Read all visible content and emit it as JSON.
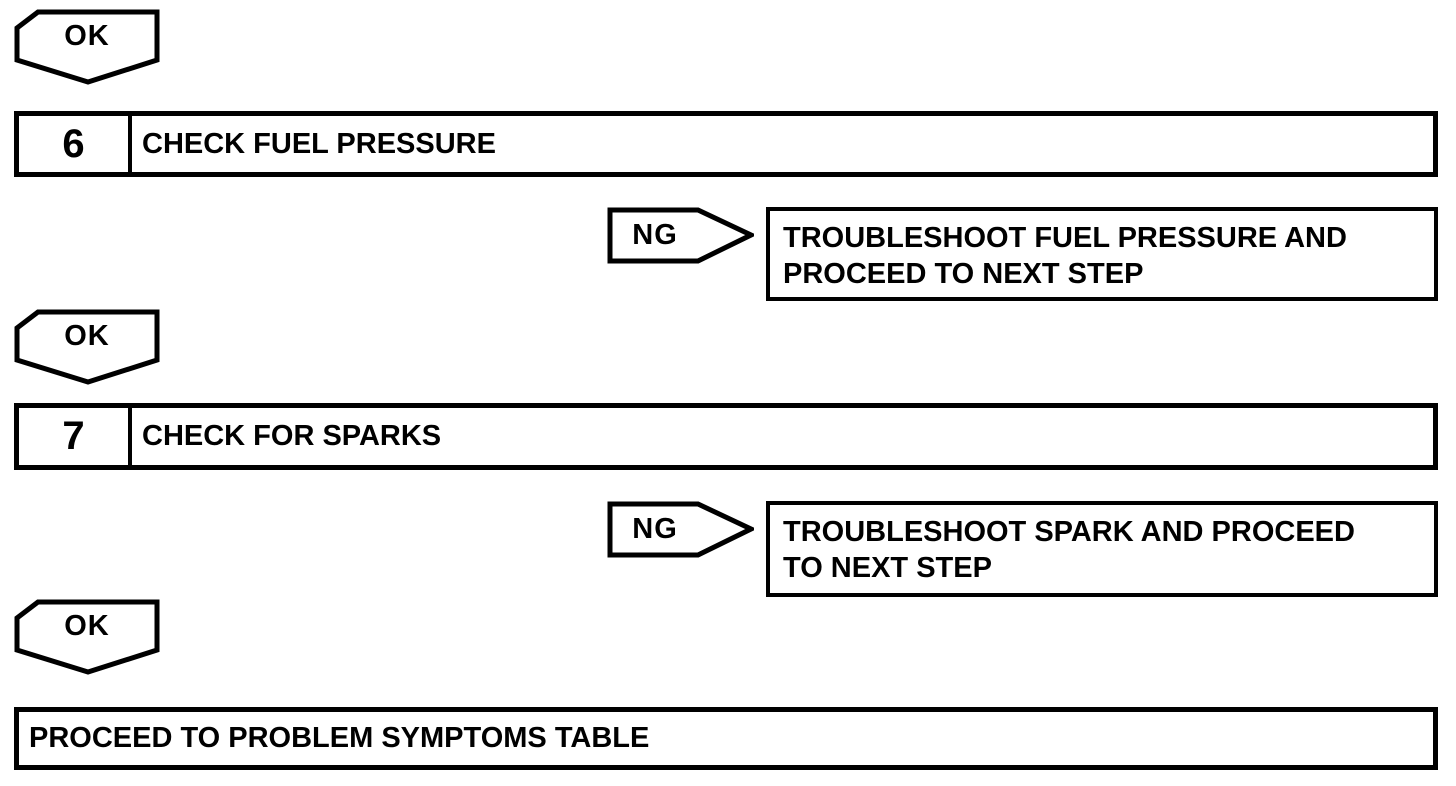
{
  "diagram": {
    "type": "troubleshooting-flowchart",
    "colors": {
      "line": "#000000",
      "background": "#ffffff"
    },
    "connectors": {
      "ok_label": "OK",
      "ng_label": "NG"
    },
    "steps": [
      {
        "number": "6",
        "title": "CHECK FUEL PRESSURE",
        "ng_result_lines": [
          "TROUBLESHOOT FUEL PRESSURE AND",
          "PROCEED TO NEXT STEP"
        ]
      },
      {
        "number": "7",
        "title": "CHECK FOR SPARKS",
        "ng_result_lines": [
          "TROUBLESHOOT SPARK AND PROCEED",
          "TO NEXT STEP"
        ]
      }
    ],
    "final_action": "PROCEED TO PROBLEM SYMPTOMS TABLE"
  }
}
